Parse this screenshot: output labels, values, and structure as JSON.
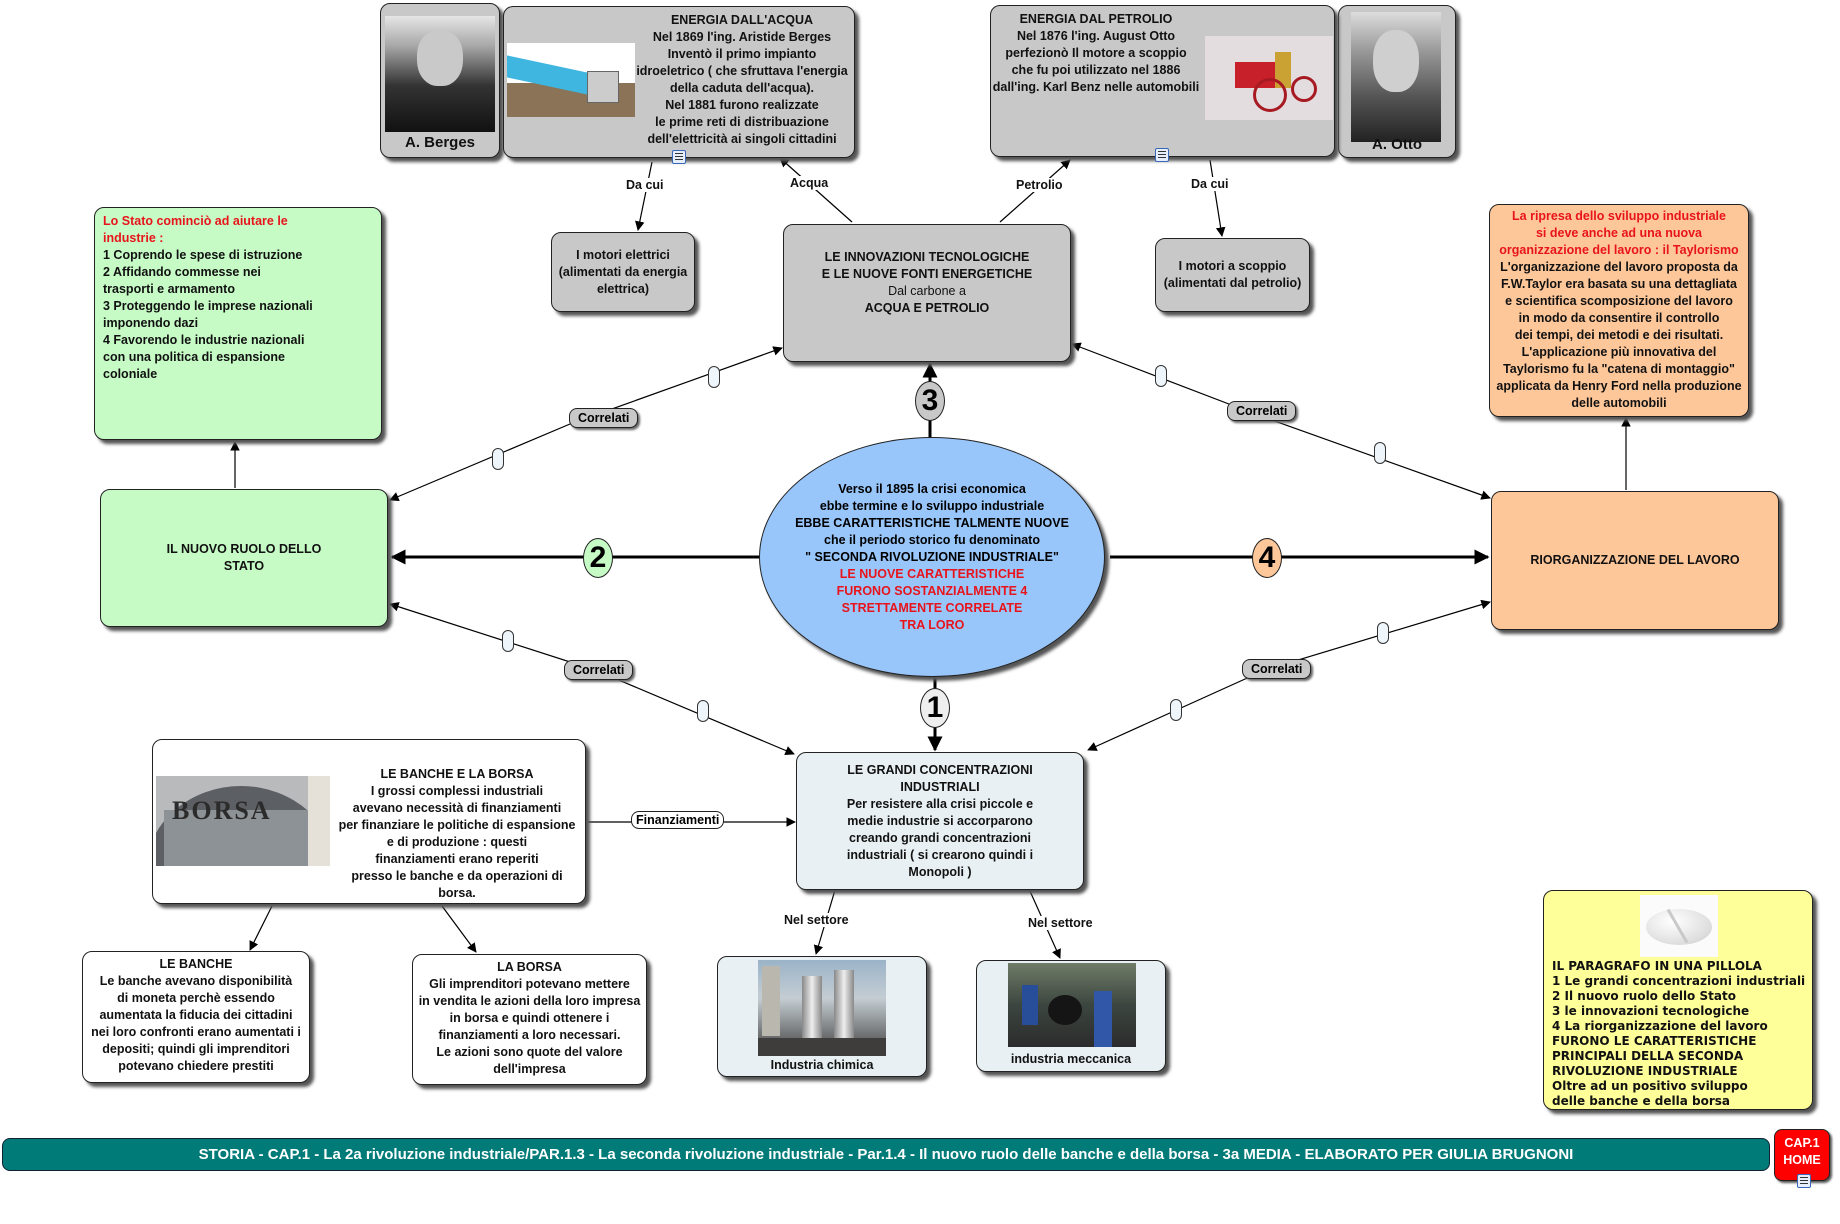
{
  "portraits": {
    "berges": {
      "name": "A. Berges"
    },
    "otto": {
      "name": "A. Otto"
    }
  },
  "energy_water": {
    "title": "ENERGIA DALL'ACQUA",
    "lines": [
      "Nel 1869 l'ing. Aristide Berges",
      "Inventò il primo impianto",
      "idroeletrico ( che sfruttava l'energia",
      "della caduta dell'acqua).",
      "Nel 1881 furono realizzate",
      "le prime reti di distribuazione",
      "dell'elettricità ai singoli cittadini"
    ]
  },
  "energy_oil": {
    "title": "ENERGIA DAL  PETROLIO",
    "lines": [
      "Nel 1876 l'ing. August Otto",
      "perfezionò Il motore a scoppio",
      "che fu poi utilizzato nel 1886",
      "dall'ing. Karl Benz nelle automobili"
    ]
  },
  "electric_motors": {
    "lines": [
      "I motori elettrici",
      "(alimentati da energia",
      "elettrica)"
    ]
  },
  "combustion_motors": {
    "lines": [
      "I motori a scoppio",
      "(alimentati dal petrolio)"
    ]
  },
  "innovations": {
    "lines": [
      "LE INNOVAZIONI TECNOLOGICHE",
      "E LE NUOVE FONTI ENERGETICHE",
      "Dal carbone a",
      "ACQUA E PETROLIO"
    ]
  },
  "state_help": {
    "heading": [
      "Lo Stato cominciò ad aiutare le",
      "industrie :"
    ],
    "items": [
      "1 Coprendo le spese di istruzione",
      "2 Affidando commesse  nei",
      "trasporti e armamento",
      "3 Proteggendo le imprese nazionali",
      "imponendo dazi",
      "4 Favorendo le industrie nazionali",
      "con una politica di espansione",
      "coloniale"
    ]
  },
  "taylorism": {
    "heading": [
      "La ripresa dello sviluppo industriale",
      "si deve anche ad una nuova",
      "organizzazione del lavoro : il Taylorismo"
    ],
    "lines": [
      "L'organizzazione del lavoro proposta da",
      "F.W.Taylor era basata su una dettagliata",
      "e scientifica scomposizione del lavoro",
      "in modo da consentire il  controllo",
      "dei tempi, dei metodi e dei risultati.",
      "L'applicazione più innovativa del",
      "Taylorismo fu la \"catena di montaggio\"",
      "applicata  da Henry Ford nella produzione",
      "delle automobili"
    ]
  },
  "state_role": {
    "lines": [
      "IL NUOVO RUOLO DELLO",
      "STATO"
    ]
  },
  "work_reorg": {
    "lines": [
      "RIORGANIZZAZIONE DEL LAVORO"
    ]
  },
  "central": {
    "lines": [
      "Verso il 1895  la crisi economica",
      "ebbe termine e lo sviluppo industriale",
      "EBBE CARATTERISTICHE TALMENTE NUOVE",
      "che il periodo storico fu denominato",
      "\" SECONDA RIVOLUZIONE INDUSTRIALE\""
    ],
    "red_lines": [
      "LE NUOVE CARATTERISTICHE",
      "FURONO SOSTANZIALMENTE 4",
      "STRETTAMENTE CORRELATE",
      "TRA LORO"
    ]
  },
  "concentrations": {
    "lines": [
      "LE GRANDI CONCENTRAZIONI",
      "INDUSTRIALI",
      "Per resistere alla crisi piccole e",
      "medie industrie si accorparono",
      "creando grandi concentrazioni",
      "industriali ( si crearono quindi i",
      "Monopoli )"
    ]
  },
  "banks_exchange": {
    "lines": [
      "LE BANCHE E LA BORSA",
      "I grossi complessi industriali",
      "avevano necessità di finanziamenti",
      "per finanziare le politiche di espansione",
      "e di produzione : questi",
      "finanziamenti erano reperiti",
      "presso le banche e da operazioni di borsa."
    ],
    "photo_text": "BORSA"
  },
  "banks": {
    "lines": [
      "LE BANCHE",
      "Le banche avevano disponibilità",
      "di moneta perchè essendo",
      "aumentata la fiducia dei cittadini",
      "nei loro confronti erano aumentati i",
      "depositi; quindi gli imprenditori",
      "potevano chiedere prestiti"
    ]
  },
  "exchange": {
    "lines": [
      "LA BORSA",
      "Gli imprenditori potevano mettere",
      "in vendita le  azioni della loro impresa",
      "in borsa e quindi ottenere i",
      "finanziamenti a loro necessari.",
      "Le azioni sono quote del valore",
      "dell'impresa"
    ]
  },
  "chemical": {
    "label": "Industria chimica"
  },
  "mechanical": {
    "label": "industria meccanica"
  },
  "pill": {
    "lines": [
      "IL  PARAGRAFO IN UNA PILLOLA",
      "1 Le grandi concentrazioni industriali",
      "2 Il nuovo ruolo dello Stato",
      "3 le innovazioni tecnologiche",
      "4 La riorganizzazione del lavoro",
      "FURONO LE CARATTERISTICHE",
      "PRINCIPALI DELLA SECONDA",
      "RIVOLUZIONE INDUSTRIALE",
      "Oltre ad un positivo sviluppo",
      "delle banche e della borsa"
    ]
  },
  "links": {
    "da_cui_left": "Da cui",
    "da_cui_right": "Da cui",
    "acqua": "Acqua",
    "petrolio": "Petrolio",
    "correlati": "Correlati",
    "finanziamenti": "Finanziamenti",
    "nel_settore": "Nel settore"
  },
  "numbers": [
    "1",
    "2",
    "3",
    "4"
  ],
  "footer": {
    "text": "STORIA - CAP.1 - La 2a rivoluzione industriale/PAR.1.3 -  La seconda rivoluzione industriale - Par.1.4 - Il nuovo ruolo delle banche e della borsa - 3a MEDIA - ELABORATO  PER GIULIA BRUGNONI"
  },
  "home_button": {
    "lines": [
      "CAP.1",
      "HOME"
    ]
  }
}
